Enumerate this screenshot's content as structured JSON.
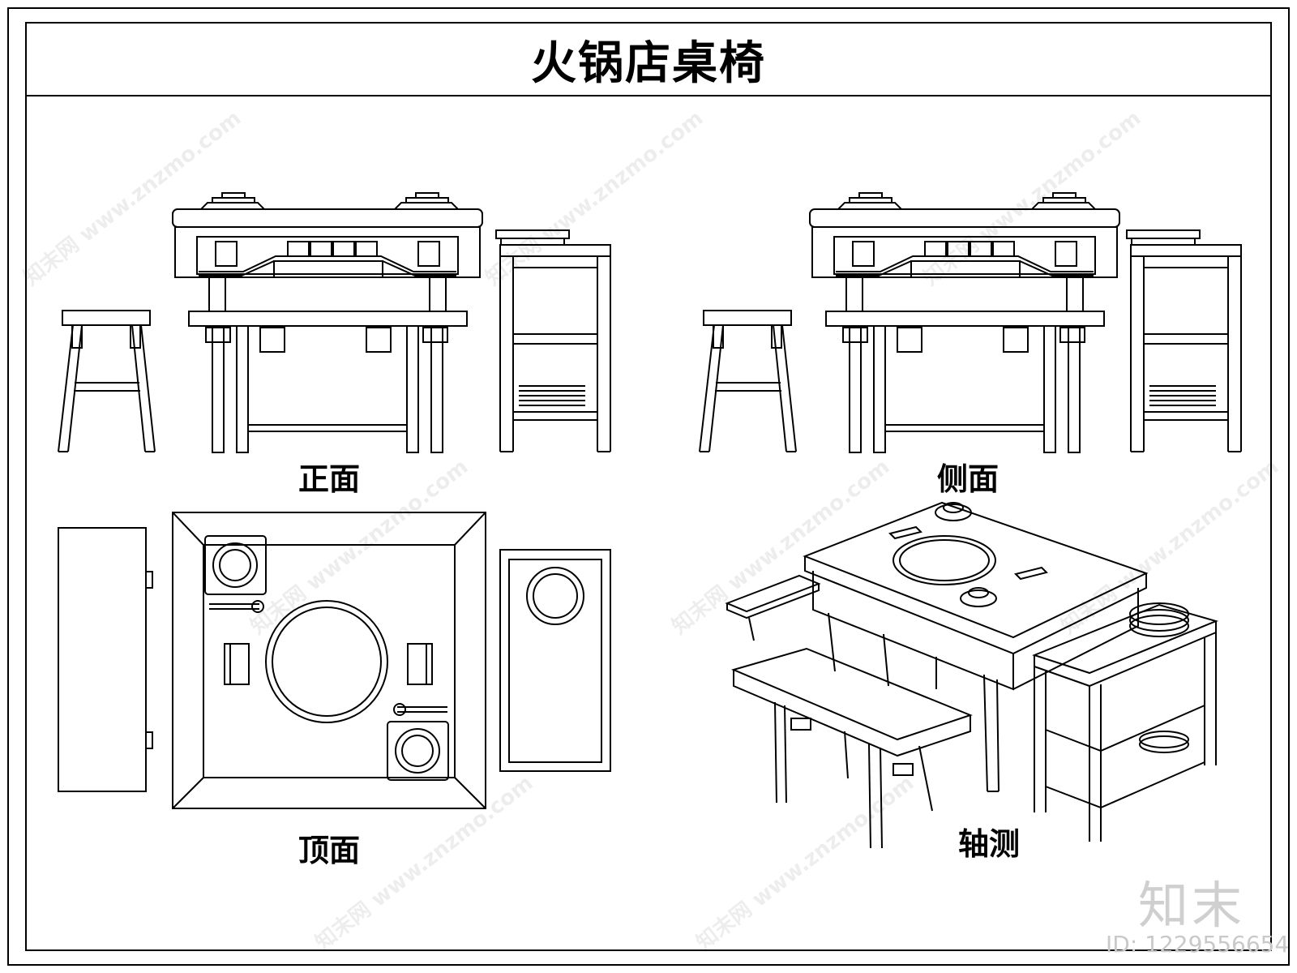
{
  "title": "火锅店桌椅",
  "views": {
    "front": "正面",
    "side": "侧面",
    "top": "顶面",
    "axonometric": "轴测"
  },
  "watermark": {
    "text": "知末网 www.znzmo.com",
    "logo": "知末",
    "id": "ID: 1229556654"
  },
  "colors": {
    "line": "#000000",
    "background": "#ffffff",
    "watermark": "#cccccc"
  }
}
